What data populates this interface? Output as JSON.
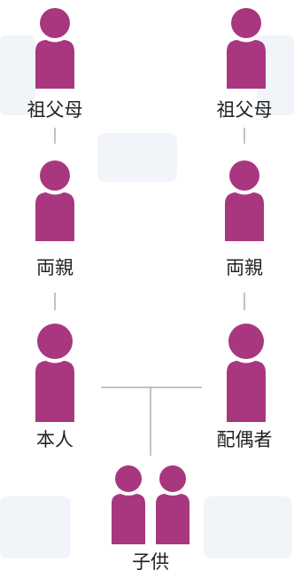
{
  "colors": {
    "figure": "#A8377F",
    "figure_dark": "#8E2B6B",
    "line": "#9A9A9A",
    "watermark": "#EEF3F8",
    "text": "#222222"
  },
  "diagram": {
    "grandparents_left_label": "祖父母",
    "grandparents_right_label": "祖父母",
    "parents_left_label": "両親",
    "parents_right_label": "両親",
    "self_label": "本人",
    "spouse_label": "配偶者",
    "children_label": "子供"
  },
  "icons": {
    "person": "person-icon"
  }
}
